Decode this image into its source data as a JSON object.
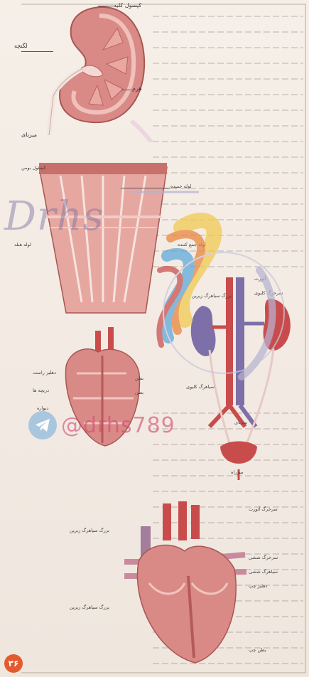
{
  "labels": {
    "kidney": {
      "renal_capsule": "کپسول کلیه",
      "pelvis": "لگنچه",
      "medulla": "هرم",
      "ureter": "میزنای"
    },
    "nephron": {
      "bowman_capsule": "کپسول بومن",
      "proximal_tubule": "لوله خمیده",
      "henle_loop": "لوله هنله",
      "collecting_duct": "لوله جمع کننده"
    },
    "urinary_system": {
      "aorta": "آئورت",
      "renal_artery": "سرخرگ کلیوی",
      "vena_cava": "بزرگ سیاهرگ زیرین",
      "renal_vein": "سیاهرگ کلیوی",
      "ureter": "میزنای",
      "urethra": "میزراه"
    },
    "heart_small": {
      "right_atrium": "دهلیز راست",
      "valves": "دریچه ها",
      "left_ventricle": "بطن",
      "left_ventricle_2": "بطن",
      "septum": "دیواره"
    },
    "heart_large": {
      "aorta": "سرخرگ آئورت",
      "svc": "بزرگ سیاهرگ زبرین",
      "pulmonary_artery": "سرخرگ ششی",
      "pulmonary_vein": "سیاهرگ ششی",
      "left_atrium": "دهلیز چپ",
      "ivc": "بزرگ سیاهرگ زیرین",
      "left_ventricle": "بطن چپ"
    }
  },
  "watermark": {
    "script_text": "Drhs",
    "handle": "@drhs789"
  },
  "page_number": "۳۶",
  "colors": {
    "organ_pink": "#d98a86",
    "organ_dark": "#b45a58",
    "vein_blue": "#7d6fa8",
    "logo_yellow": "#f2c94c",
    "logo_orange": "#e8833a",
    "logo_blue": "#5aa7d8",
    "logo_red": "#c94c4c",
    "page_number_bg": "#e45a2e"
  },
  "icons": [
    "telegram-icon"
  ]
}
